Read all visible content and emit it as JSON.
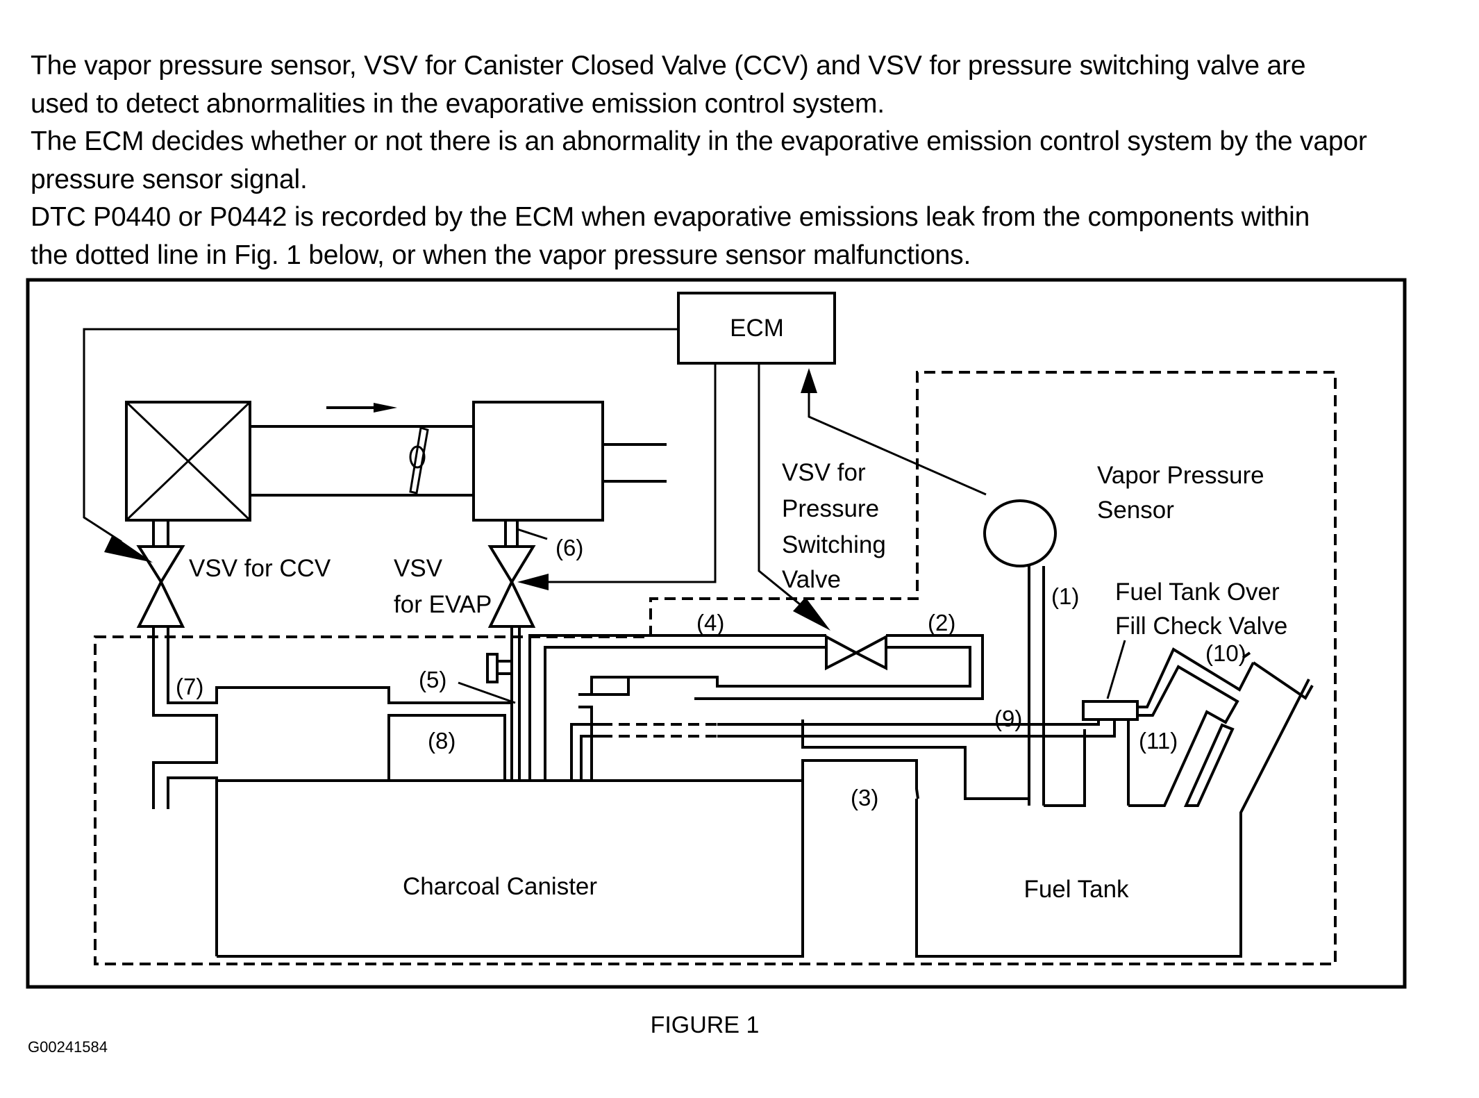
{
  "intro": {
    "lines": [
      "The vapor pressure sensor, VSV for Canister Closed Valve (CCV) and VSV for pressure switching valve are",
      "used to detect abnormalities in the evaporative emission control system.",
      "The ECM decides whether or not there is an abnormality in the evaporative emission control system by the vapor",
      "pressure sensor signal.",
      "DTC P0440 or P0442 is recorded by the ECM when evaporative emissions leak from the components within",
      "the dotted line in Fig. 1 below, or when the vapor pressure sensor malfunctions."
    ]
  },
  "figure": {
    "components": {
      "ecm": "ECM",
      "vsv_ccv": "VSV for CCV",
      "vsv_evap_line1": "VSV",
      "vsv_evap_line2": "for EVAP",
      "vsv_psv_lines": [
        "VSV for",
        "Pressure",
        "Switching",
        "Valve"
      ],
      "vapor_sensor_lines": [
        "Vapor Pressure",
        "Sensor"
      ],
      "fill_check_lines": [
        "Fuel Tank Over",
        "Fill Check Valve"
      ],
      "canister": "Charcoal Canister",
      "fuel_tank": "Fuel Tank"
    },
    "callouts": {
      "c1": "(1)",
      "c2": "(2)",
      "c3": "(3)",
      "c4": "(4)",
      "c5": "(5)",
      "c6": "(6)",
      "c7": "(7)",
      "c8": "(8)",
      "c9": "(9)",
      "c10": "(10)",
      "c11": "(11)"
    },
    "caption": "FIGURE  1",
    "image_id": "G00241584"
  }
}
